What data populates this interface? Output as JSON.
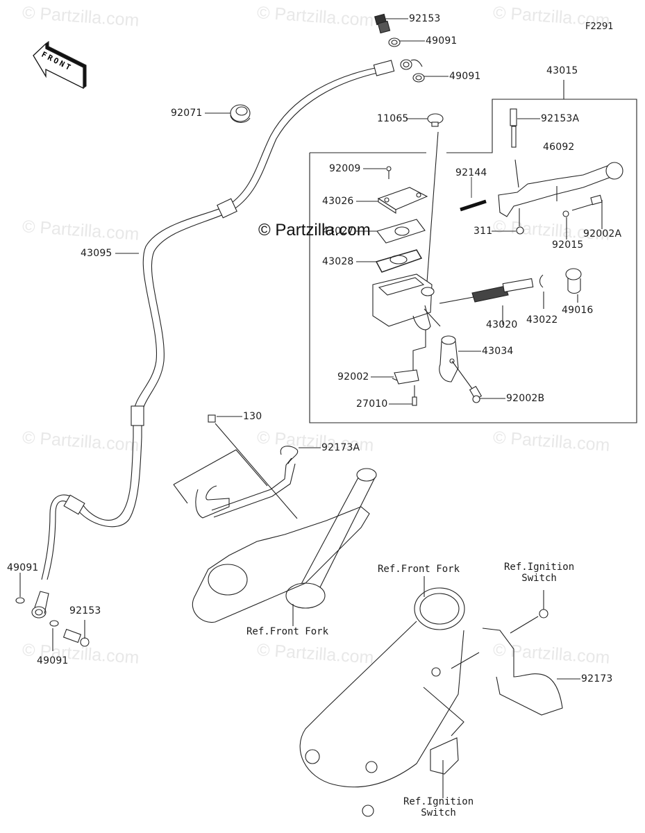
{
  "figure_code": "F2291",
  "front_arrow_label": "FRONT",
  "center_watermark": "© Partzilla.com",
  "watermark_text": "© Partzilla.com",
  "parts": {
    "p92153_top": "92153",
    "p49091_a": "49091",
    "p49091_b": "49091",
    "p92071": "92071",
    "p43015": "43015",
    "p11065": "11065",
    "p92153A": "92153A",
    "p46092": "46092",
    "p92009": "92009",
    "p92144": "92144",
    "p43026": "43026",
    "p43027": "43027",
    "p311": "311",
    "p92015": "92015",
    "p92002A": "92002A",
    "p43028": "43028",
    "p43095": "43095",
    "p43020": "43020",
    "p43022": "43022",
    "p49016": "49016",
    "p43034": "43034",
    "p92002": "92002",
    "p27010": "27010",
    "p92002B": "92002B",
    "p130": "130",
    "p92173A": "92173A",
    "p49091_c": "49091",
    "p92153_bottom": "92153",
    "p49091_d": "49091",
    "p92173": "92173"
  },
  "references": {
    "front_fork_1": "Ref.Front Fork",
    "front_fork_2": "Ref.Front Fork",
    "ignition_switch_top": "Ref.Ignition\nSwitch",
    "ignition_switch_bottom": "Ref.Ignition\nSwitch"
  }
}
